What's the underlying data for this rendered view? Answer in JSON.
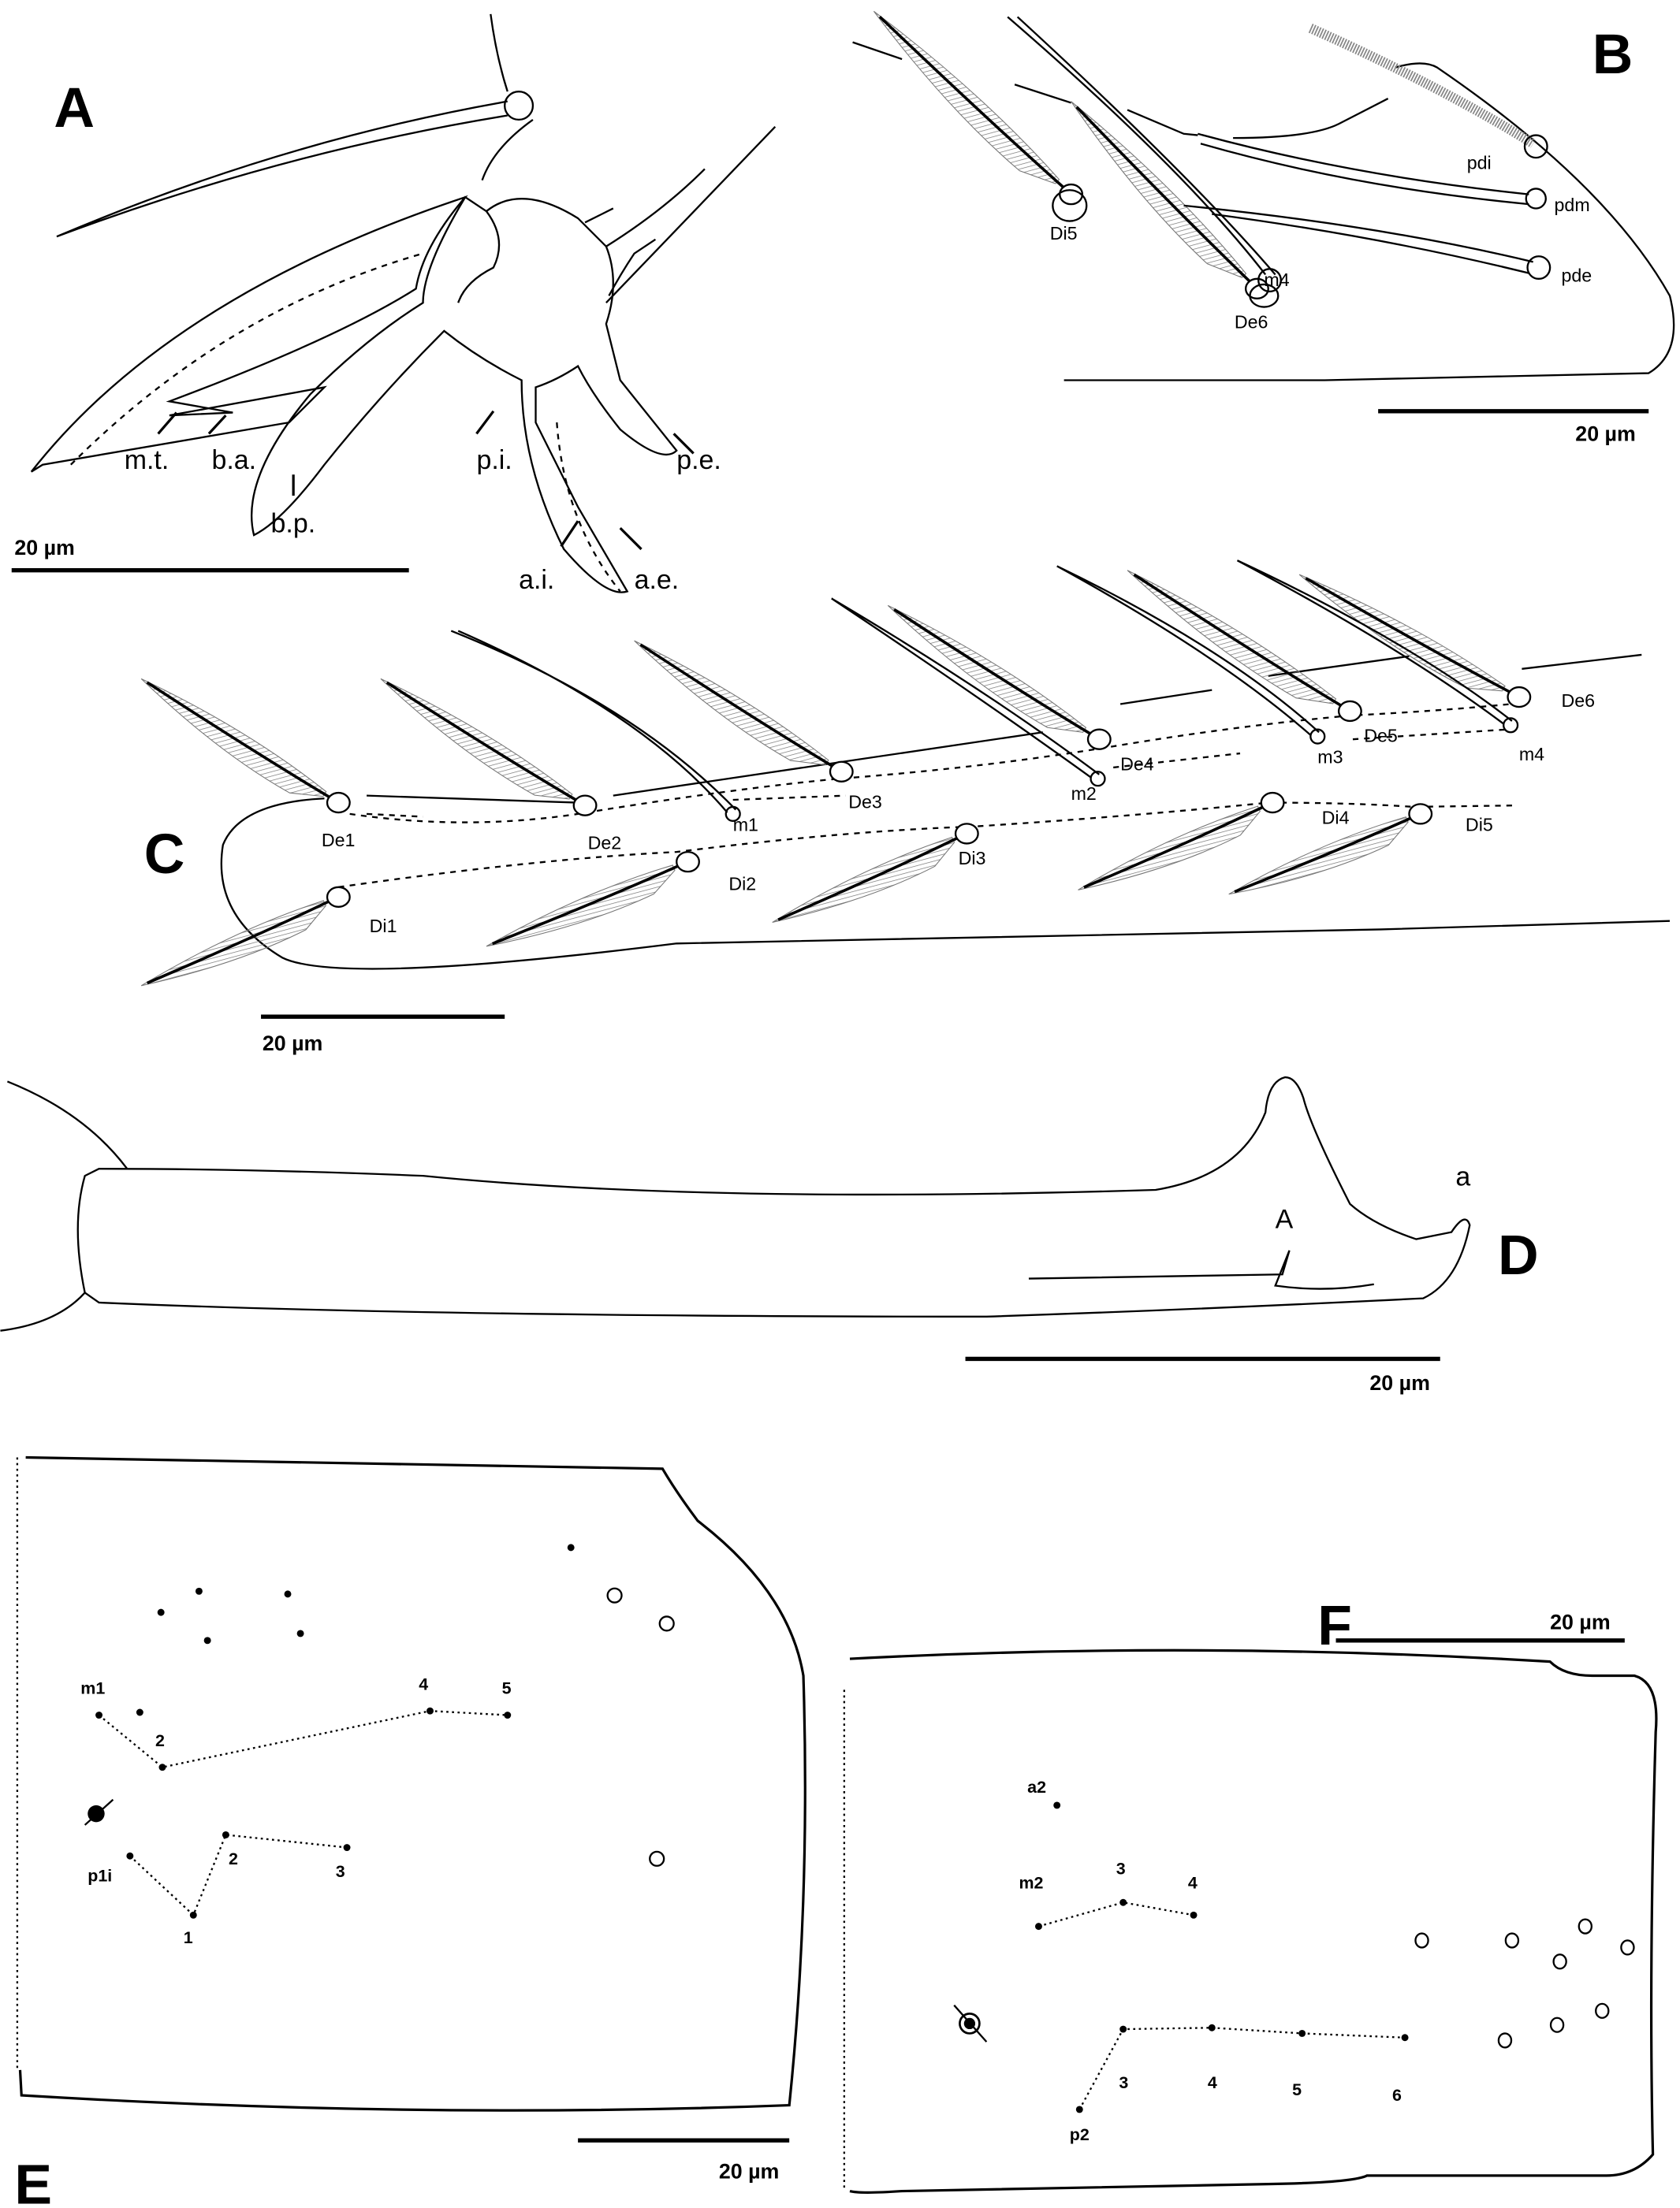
{
  "panels": {
    "A": {
      "letter": "A",
      "labels": [
        "m.t.",
        "b.a.",
        "b.p.",
        "p.i.",
        "p.e.",
        "a.i.",
        "a.e."
      ],
      "scale_bar": "20 µm"
    },
    "B": {
      "letter": "B",
      "labels": [
        "Di5",
        "m4",
        "De6",
        "pdi",
        "pdm",
        "pde"
      ],
      "scale_bar": "20 µm"
    },
    "C": {
      "letter": "C",
      "labels": [
        "De1",
        "De2",
        "m1",
        "De3",
        "m2",
        "De4",
        "m3",
        "De5",
        "m4",
        "De6",
        "Di1",
        "Di2",
        "Di3",
        "Di4",
        "Di5"
      ],
      "scale_bar": "20 µm"
    },
    "D": {
      "letter": "D",
      "labels": [
        "A",
        "a"
      ],
      "scale_bar": "20 µm"
    },
    "E": {
      "letter": "E",
      "labels": [
        "m1",
        "2",
        "4",
        "5",
        "p1i",
        "2",
        "3",
        "1"
      ],
      "scale_bar": "20 µm"
    },
    "F": {
      "letter": "F",
      "labels": [
        "a2",
        "m2",
        "3",
        "4",
        "p2",
        "3",
        "4",
        "5",
        "6"
      ],
      "scale_bar": "20 µm"
    }
  },
  "colors": {
    "line": "#000000",
    "background": "#ffffff",
    "hatch": "#777777"
  }
}
